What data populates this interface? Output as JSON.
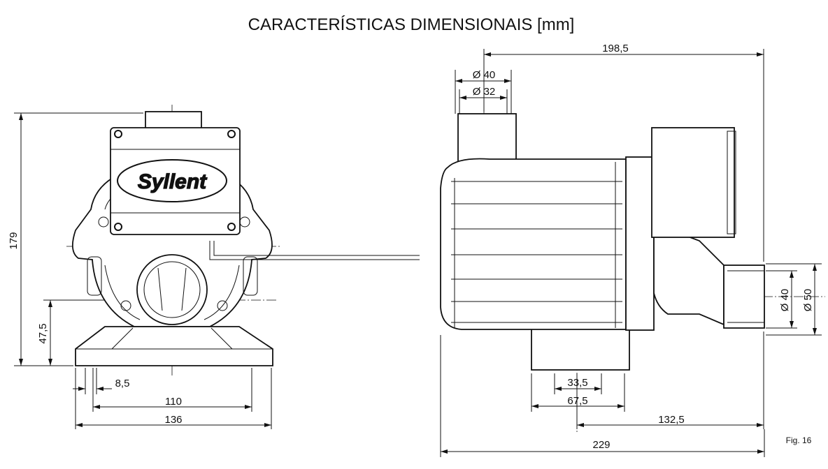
{
  "title": "CARACTERÍSTICAS DIMENSIONAIS [mm]",
  "brand_logo": "Syllent",
  "figure_label": "Fig. 16",
  "front_view": {
    "dims": {
      "height": "179",
      "shaft_height": "47,5",
      "foot_width": "8,5",
      "bolt_spacing": "110",
      "base_width": "136"
    }
  },
  "side_view": {
    "dims": {
      "length_to_outlet": "198,5",
      "inlet_outer": "Ø 40",
      "inlet_inner": "Ø 32",
      "outlet_inner": "Ø 40",
      "outlet_outer": "Ø 50",
      "base_slot": "33,5",
      "base_length": "67,5",
      "outlet_offset": "132,5",
      "total_length": "229"
    }
  }
}
